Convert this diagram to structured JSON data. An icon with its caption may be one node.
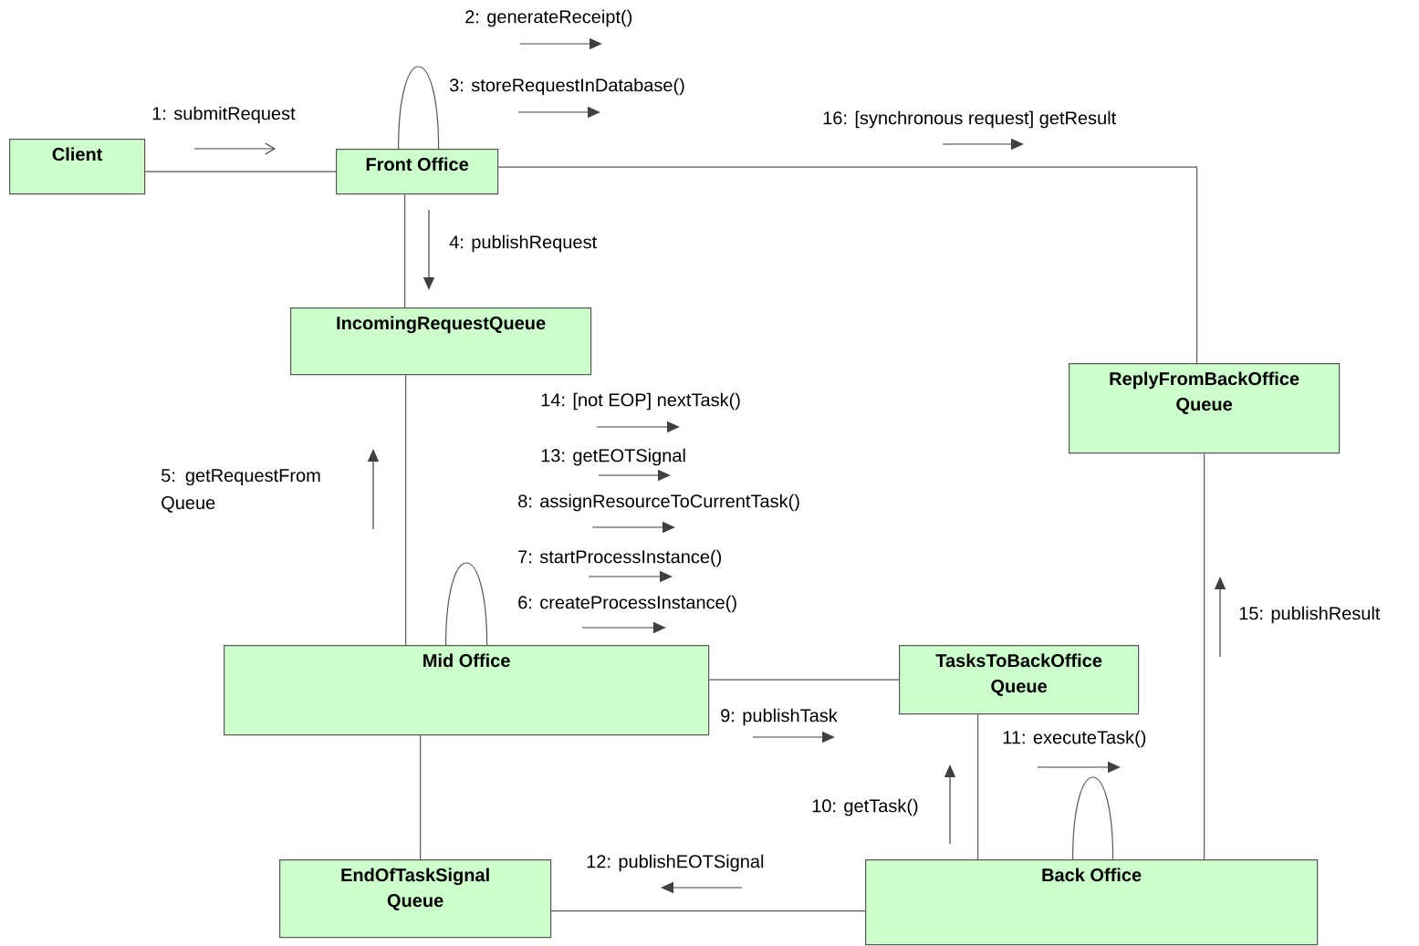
{
  "diagram": {
    "nodes": [
      {
        "text": [
          "Client"
        ]
      },
      {
        "text": [
          "Front Office"
        ]
      },
      {
        "text": [
          "IncomingRequestQueue"
        ]
      },
      {
        "text": [
          "ReplyFromBackOffice Queue"
        ]
      },
      {
        "text": [
          "Mid Office"
        ]
      },
      {
        "text": [
          "TasksToBackOffice Queue"
        ]
      },
      {
        "text": [
          "EndOfTaskSignal Queue"
        ]
      },
      {
        "text": [
          "Back Office"
        ]
      }
    ],
    "edges": [
      {
        "from": 0,
        "to": 1,
        "arrow": "none"
      },
      {
        "from": 1,
        "to": 1,
        "arrow": "none"
      },
      {
        "from": 1,
        "to": 2,
        "arrow": "none"
      },
      {
        "from": 1,
        "to": 3,
        "arrow": "none"
      },
      {
        "from": 2,
        "to": 4,
        "arrow": "none"
      },
      {
        "from": 4,
        "to": 4,
        "arrow": "none"
      },
      {
        "from": 4,
        "to": 5,
        "arrow": "none"
      },
      {
        "from": 4,
        "to": 6,
        "arrow": "none"
      },
      {
        "from": 5,
        "to": 7,
        "arrow": "none"
      },
      {
        "from": 7,
        "to": 7,
        "arrow": "none"
      },
      {
        "from": 7,
        "to": 6,
        "arrow": "none"
      },
      {
        "from": 7,
        "to": 3,
        "arrow": "none"
      }
    ],
    "labels": [
      "2: generateReceipt()",
      "3: storeRequestInDatabase()",
      "1: submitRequest",
      "16: [synchronous request] getResult",
      "4: publishRequest",
      "14: [not EOP] nextTask()",
      "13: getEOTSignal",
      "5: getRequestFrom Queue",
      "8: assignResourceToCurrentTask()",
      "7: startProcessInstance()",
      "6: createProcessInstance()",
      "15: publishResult",
      "9: publishTask",
      "11: executeTask()",
      "10: getTask()",
      "12: publishEOTSignal"
    ]
  }
}
